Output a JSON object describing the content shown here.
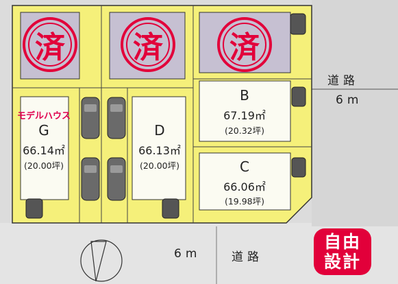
{
  "stamps": {
    "sold": "済"
  },
  "lots": {
    "g": {
      "badge": "モデルハウス",
      "name": "G",
      "area": "66.14㎡",
      "tsubo": "(20.00坪)"
    },
    "d": {
      "name": "D",
      "area": "66.13㎡",
      "tsubo": "(20.00坪)"
    },
    "b": {
      "name": "B",
      "area": "67.19㎡",
      "tsubo": "(20.32坪)"
    },
    "c": {
      "name": "C",
      "area": "66.06㎡",
      "tsubo": "(19.98坪)"
    }
  },
  "roads": {
    "east": {
      "label": "道路",
      "width": "6m"
    },
    "south": {
      "label": "道路",
      "width": "6m"
    }
  },
  "badge": {
    "line1": "自由",
    "line2": "設計"
  },
  "colors": {
    "lot": "#f5f07a",
    "sold": "#c6c0d2",
    "stamp": "#e2003a",
    "model": "#e0004f"
  }
}
